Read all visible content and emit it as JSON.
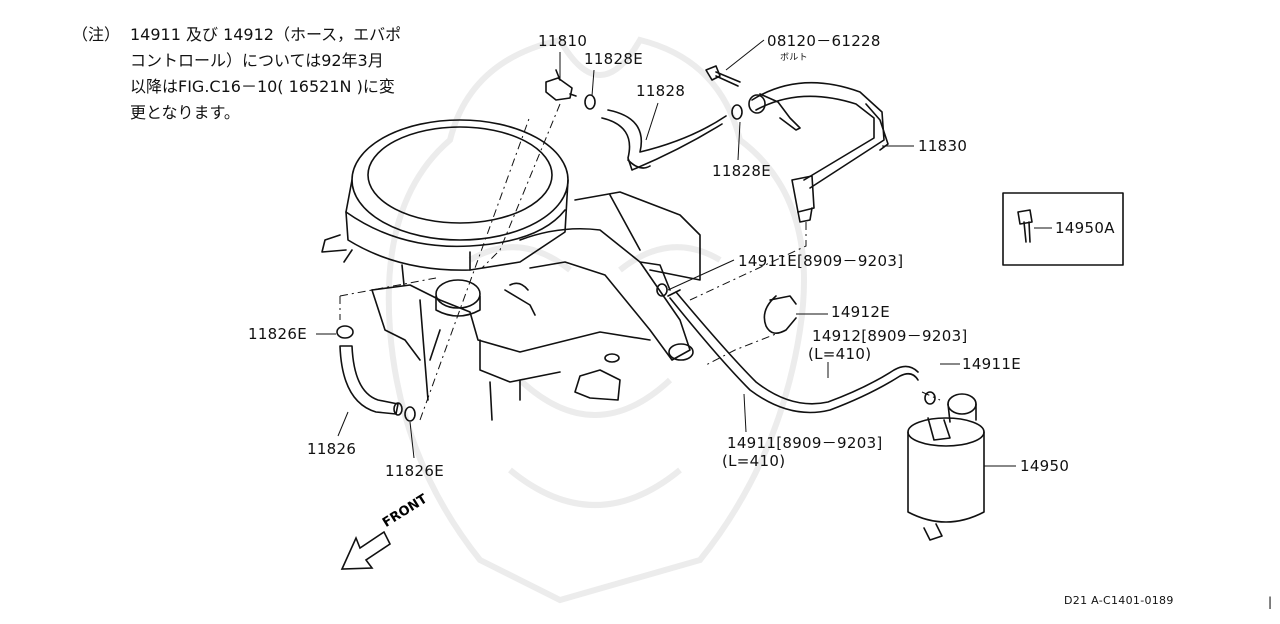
{
  "note": {
    "mark": "（注）",
    "lines": [
      "14911 及び 14912（ホース，エバポ",
      "コントロール）については92年3月",
      "以降はFIG.C16－10( 16521N )に変",
      "更となります。"
    ]
  },
  "labels": {
    "p11810": "11810",
    "p11828E_top": "11828E",
    "p08120": "08120－61228",
    "p_bolt": "ボルト",
    "p11828": "11828",
    "p11828E_bottom": "11828E",
    "p11830": "11830",
    "p14950A": "14950A",
    "p14911E_upper": "14911E[8909－9203]",
    "p14912E": "14912E",
    "p14912": "14912[8909－9203]",
    "p14912_len": "(L=410)",
    "p11826E_left": "11826E",
    "p14911E_lower": "14911E",
    "p11826": "11826",
    "p11826E_bottom": "11826E",
    "p14911": "14911[8909－9203]",
    "p14911_len": "(L=410)",
    "p14950": "14950",
    "front": "FRONT",
    "diagram_code": "D21 A-C1401-0189",
    "edge_mark": "|"
  },
  "colors": {
    "ink": "#111111",
    "watermark": "#ececec"
  },
  "icons": [
    "front-arrow-icon",
    "bolt-icon",
    "watermark-emblem"
  ]
}
